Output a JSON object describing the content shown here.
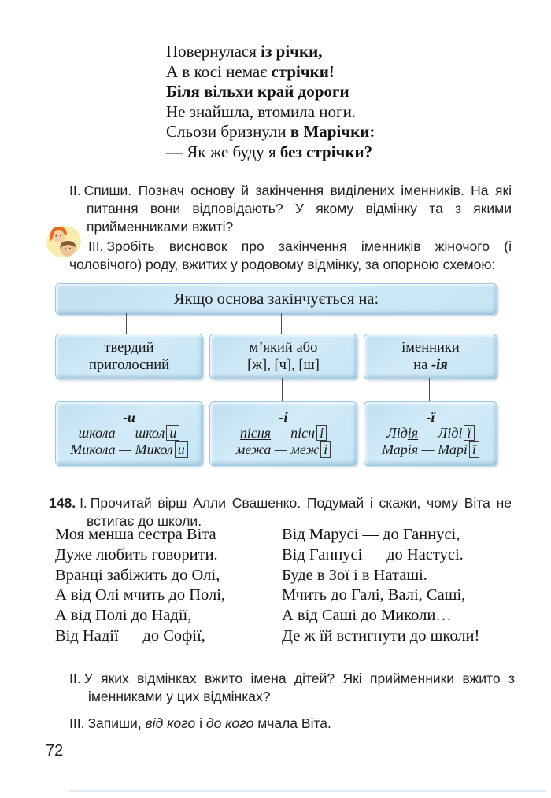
{
  "page_number": "72",
  "poem_top": {
    "lines": [
      [
        {
          "t": "Повернулася "
        },
        {
          "t": "із річки,",
          "b": true
        }
      ],
      [
        {
          "t": "А в косі немає "
        },
        {
          "t": "стрічки!",
          "b": true
        }
      ],
      [
        {
          "t": "Біля вільхи край дороги",
          "b": true
        }
      ],
      [
        {
          "t": "Не знайшла, втомила ноги."
        }
      ],
      [
        {
          "t": "Сльози бризнули "
        },
        {
          "t": "в Марічки:",
          "b": true
        }
      ],
      [
        {
          "t": "— Як же буду я "
        },
        {
          "t": "без стрічки?",
          "b": true
        }
      ]
    ]
  },
  "task_copy": {
    "num": "II.",
    "text": "Спиши. Познач основу й закінчення виділених іменників. На які питання вони відповідають? У якому відмінку та з якими прийменниками вжиті?"
  },
  "task_conclusion": {
    "num": "III.",
    "text": "Зробіть висновок про закінчення іменників жіночого (і чоловічого) роду, вжитих у родовому відмінку, за опорною схемою:"
  },
  "scheme": {
    "root_label": "Якщо основа закінчується на:",
    "branches": [
      {
        "title": [
          [
            {
              "t": "твердий"
            }
          ],
          [
            {
              "t": "приголосний"
            }
          ]
        ],
        "ending": "-и",
        "examples": [
          [
            {
              "t": "школа — школ"
            },
            {
              "t": "и",
              "box": true
            }
          ],
          [
            {
              "t": "Микола — Микол"
            },
            {
              "t": "и",
              "box": true
            }
          ]
        ]
      },
      {
        "title": [
          [
            {
              "t": "м’який або"
            }
          ],
          [
            {
              "t": "[ж], [ч], [ш]"
            }
          ]
        ],
        "ending": "-і",
        "examples": [
          [
            {
              "t": "пісня",
              "u": true
            },
            {
              "t": " — пісн"
            },
            {
              "t": "і",
              "box": true
            }
          ],
          [
            {
              "t": "межа",
              "u": true
            },
            {
              "t": " — меж"
            },
            {
              "t": "і",
              "box": true
            }
          ]
        ]
      },
      {
        "title": [
          [
            {
              "t": "іменники"
            }
          ],
          [
            {
              "t": "на "
            },
            {
              "t": "-ія",
              "b": true,
              "i": true
            }
          ]
        ],
        "ending": "-ї",
        "examples": [
          [
            {
              "t": "Лід"
            },
            {
              "t": "ія",
              "u": true
            },
            {
              "t": " — Ліді"
            },
            {
              "t": "ї",
              "box": true
            }
          ],
          [
            {
              "t": "Марія — Марі"
            },
            {
              "t": "ї",
              "box": true
            }
          ]
        ]
      }
    ]
  },
  "ex148": {
    "number": "148.",
    "part1_num": "I.",
    "part1_text": "Прочитай вірш Алли Свашенко. Подумай і скажи, чому Віта не встигає до школи.",
    "poem_left": [
      "Моя менша сестра Віта",
      "Дуже любить говорити.",
      "Вранці забіжить до Олі,",
      "А від Олі мчить до Полі,",
      "А від Полі до Надії,",
      "Від Надії — до Софії,"
    ],
    "poem_right": [
      "Від Марусі — до Ганнусі,",
      "Від Ганнусі — до Настусі.",
      "Буде в Зої і в Наташі.",
      "Мчить до Галі, Валі, Саші,",
      "А від Саші до Миколи…",
      "Де ж їй встигнути до школи!"
    ],
    "part2_num": "II.",
    "part2_text": "У яких відмінках вжито імена дітей? Які прийменники вжито з іменниками у цих відмінках?",
    "part3_num": "III.",
    "part3_segments": [
      {
        "t": "Запиши, "
      },
      {
        "t": "від кого",
        "i": true
      },
      {
        "t": " і "
      },
      {
        "t": "до кого",
        "i": true
      },
      {
        "t": " мчала Віта."
      }
    ]
  },
  "colors": {
    "box_fill": "#cde8f6",
    "box_border": "#9cc6dc",
    "text": "#1a1a1a"
  }
}
